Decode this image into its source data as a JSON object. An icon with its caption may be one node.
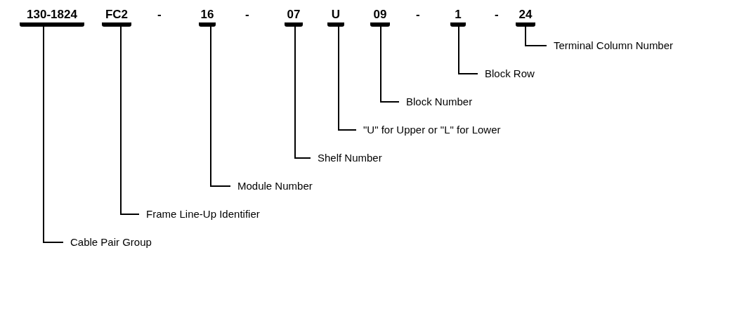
{
  "diagram": {
    "nodes": [
      {
        "text": [
          "130-1824"
        ]
      },
      {
        "text": [
          "FC2"
        ]
      },
      {
        "text": [
          "16"
        ]
      },
      {
        "text": [
          "07"
        ]
      },
      {
        "text": [
          "U"
        ]
      },
      {
        "text": [
          "09"
        ]
      },
      {
        "text": [
          "1"
        ]
      },
      {
        "text": [
          "24"
        ]
      },
      {
        "text": [
          "Terminal Column Number"
        ]
      },
      {
        "text": [
          "Block Row"
        ]
      },
      {
        "text": [
          "Block Number"
        ]
      },
      {
        "text": [
          "\"U\" for Upper or \"L\" for Lower"
        ]
      },
      {
        "text": [
          "Shelf Number"
        ]
      },
      {
        "text": [
          "Module Number"
        ]
      },
      {
        "text": [
          "Frame Line-Up Identifier"
        ]
      },
      {
        "text": [
          "Cable Pair Group"
        ]
      }
    ],
    "edges": [
      {
        "from": 7,
        "to": 8,
        "arrow": "none"
      },
      {
        "from": 6,
        "to": 9,
        "arrow": "none"
      },
      {
        "from": 5,
        "to": 10,
        "arrow": "none"
      },
      {
        "from": 4,
        "to": 11,
        "arrow": "none"
      },
      {
        "from": 3,
        "to": 12,
        "arrow": "none"
      },
      {
        "from": 2,
        "to": 13,
        "arrow": "none"
      },
      {
        "from": 1,
        "to": 14,
        "arrow": "none"
      },
      {
        "from": 0,
        "to": 15,
        "arrow": "none"
      }
    ],
    "labels": [
      "-",
      "-",
      "-",
      "-"
    ]
  }
}
